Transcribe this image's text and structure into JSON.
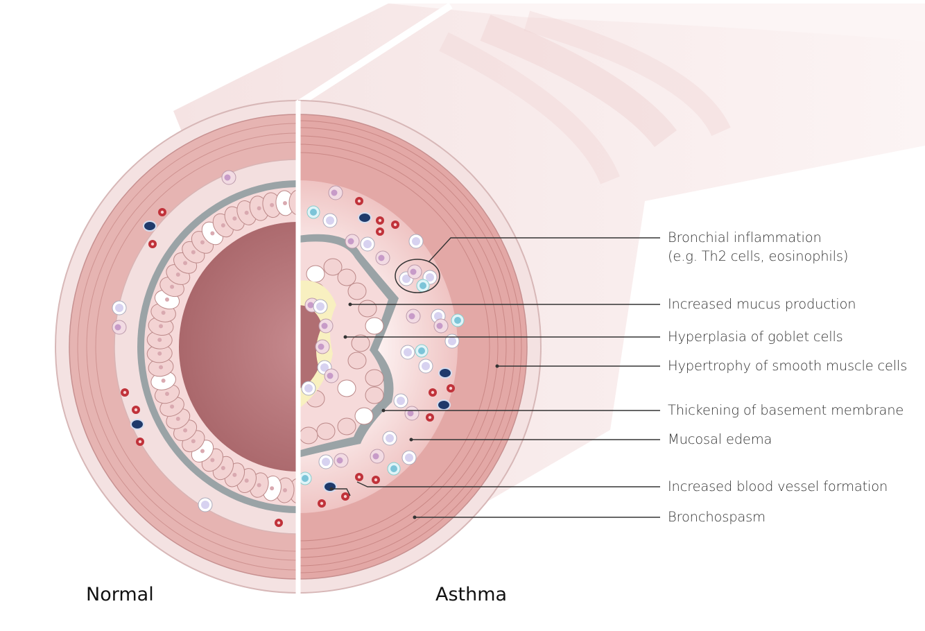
{
  "panels": {
    "normal": "Normal",
    "asthma": "Asthma"
  },
  "annotations": [
    {
      "id": "inflammation",
      "line1": "Bronchial inflammation",
      "line2": "(e.g. Th2 cells, eosinophils)"
    },
    {
      "id": "mucus",
      "line1": "Increased mucus production"
    },
    {
      "id": "goblet",
      "line1": "Hyperplasia of goblet cells"
    },
    {
      "id": "smooth-muscle",
      "line1": "Hypertrophy of smooth muscle cells"
    },
    {
      "id": "basement",
      "line1": "Thickening of basement membrane"
    },
    {
      "id": "edema",
      "line1": "Mucosal edema"
    },
    {
      "id": "vessel",
      "line1": "Increased blood vessel formation"
    },
    {
      "id": "bronchospasm",
      "line1": "Bronchospasm"
    }
  ],
  "colors": {
    "outer_tube": "#f6e4e4",
    "muscle": "#e3a8a6",
    "mucosa": "#f5dcdc",
    "basement": "#9aa3a6",
    "lumen": "#b06e72",
    "mucus": "#f8f0c0",
    "eosinophil": "#c79bc8",
    "lymphocyte": "#d7d2f0",
    "rbc": "#c0323a",
    "vessel": "#1f3a6b",
    "line": "#333333"
  }
}
